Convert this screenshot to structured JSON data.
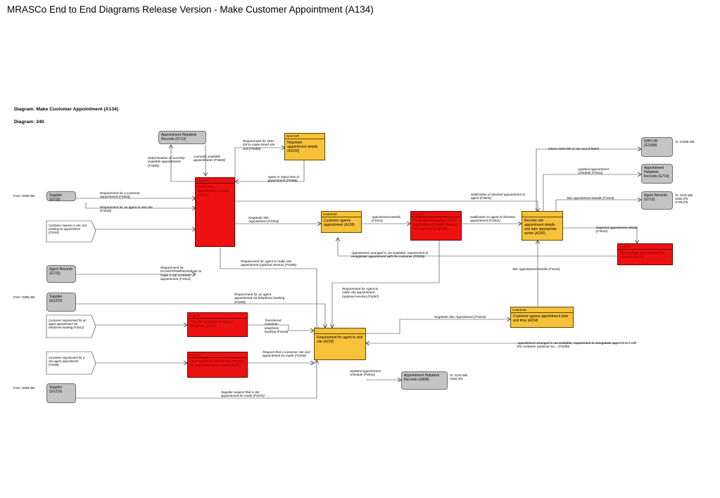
{
  "title": "MRASCo End to End Diagrams Release Version - Make Customer Appointment (A134)",
  "diagram_heading": "Diagram: Make Customer Appointment (A134)",
  "diagram_number": "Diagram: 240",
  "colors": {
    "process_yellow": "#f7c23a",
    "process_red": "#ee1111",
    "store_grey": "#c4c4c4"
  },
  "stores": {
    "helpdesk_g712": "Appointment Helpdesk Records (G712)",
    "supplier_g710": "Supplier (G710)",
    "agent_g715": "Agent Records (G715)",
    "supplier_g1215": "Supplier (G1215)",
    "supplier_g1216": "Supplier (G1216)",
    "helpdesk_g858": "Appointment Helpdesk Records (G858)",
    "nhhdr_g1508": "NHH DR (G1508)",
    "helpdesk_g719": "Appointment Helpdesk Records (G719)",
    "agent_g716": "Agent Records (G716)"
  },
  "processes": {
    "a157": {
      "owner": "Supplier",
      "label": "Determine Appointment Details (A157)"
    },
    "a1150": {
      "owner": "NHH DR",
      "label": "Negotiate appointment details (A1150)"
    },
    "a158": {
      "owner": "Customer",
      "label": "Customer agrees appointment (A158)"
    },
    "a156": {
      "owner": "Supplier",
      "label": "Notify Agent/Supplier of the Appointment Details (Assign the next visit to (A156)"
    },
    "a230": {
      "owner": "...",
      "label": "Receive site appointment details and take appropriate action (A230)"
    },
    "a235": {
      "owner": "Supplier",
      "label": "Renegotiate appointment for site visit (A235)"
    },
    "a231": {
      "owner": "Supplier",
      "label": "Transfer customer to Agent Helpdesk (A231)"
    },
    "a232": {
      "owner": "Supplier",
      "label": "Take customer details and request for appointment be made (A232)"
    },
    "a233": {
      "owner": "...",
      "label": "Requirement for agent to visit site (A233)"
    },
    "a234": {
      "owner": "Customer",
      "label": "Customer agrees appointment date and time (A234)"
    }
  },
  "externals": {
    "f1915": "Customer requires a site visit needing an appointment (F1915)",
    "f3413": "Customer requirement for an agent appointment via telephone booking (F3413)",
    "f4288": "Customer requirement for a site agent appointment (F4288)"
  },
  "flows": {
    "f3406": "Determination of currently available appointments (F3406)",
    "f3405": "Currently available appointments (F3405)",
    "f5085": "Requirement for NHH DR to make timed site visit (F5085)",
    "f5086": "Agree or reject time of appointment (F5086)",
    "f3404": "Requirement for a customer appointment (F3404)",
    "f3403": "Requirement for an agent to visit site (F3403)",
    "f3529": "Notification of directed appointment to agent (F3529)",
    "f5087": "Inform NHH DR of site visit (F5087)",
    "f3411": "Updated appointment schedule (F3411)",
    "f1924": "Site Appointment Details (F1924)",
    "f1916": "Negotiate Site Appointment (F1916)",
    "f1921": "Appointment Details (F1921)",
    "f1922": "Notification to agent of directed appointment (F1922)",
    "f3410": "Rejected appointment details (F3410)",
    "f3539": "Appointment arranged is not available, requirement to renegotiate appointment with the customer (F3539)",
    "f4286": "Requirement for Agent to make site appointment (optional service) (F4286)",
    "f1913": "Requirement for DC/MO/PPMIP/Distributor to make a site customer appointment (F1913)",
    "f3419": "Site Appointment Details (F3419)",
    "f4285": "Requirement for an agent appointment via telephone booking (F4285)",
    "f4287": "Requirement for Agent to make site appointment (optional service) (F4287)",
    "f3416": "Transferred customer telephone booking (F3416)",
    "f3418": "Negotiate Site Appointment (F3418)",
    "f4290": "Appointment arranged is not available, requirement to renegotiate appointment with the customer (optional ser... (F4290)",
    "f4289": "Request that a customer site visit appointment be made (F4289)",
    "f3531": "Updated appointment schedule (F3531)",
    "f4291": "Supplier request that a site appointment be made (F4291)"
  },
  "notes": {
    "from_g710": "From: G859 d65",
    "from_g1215": "From: G859 d65",
    "from_g1216": "From: G859 d65",
    "to_g1508": "To: G1508 d38",
    "to_g716": "To: G242 d65\nG594 d75\nG729 d76",
    "to_g858": "To: G242 d65\nG594 d75"
  }
}
